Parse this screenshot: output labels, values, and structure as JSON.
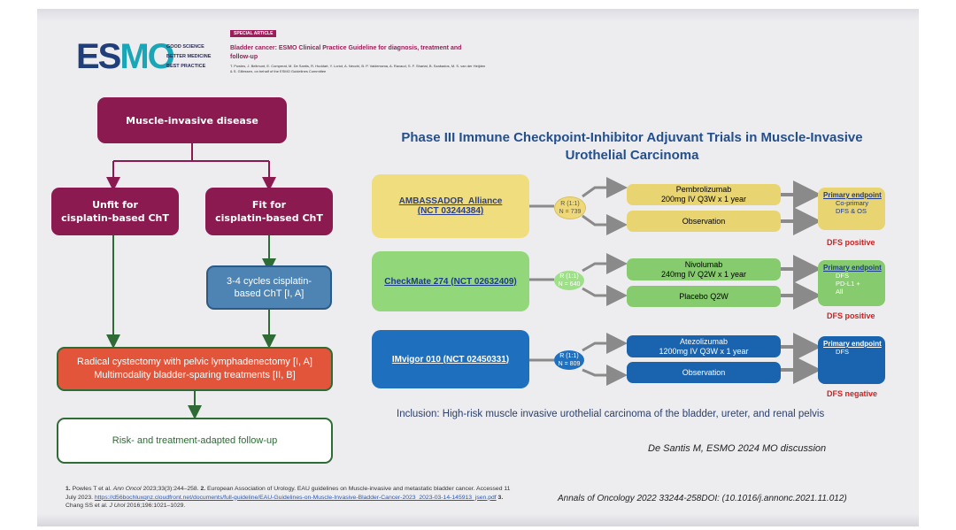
{
  "header": {
    "logo": {
      "es": "ES",
      "mo": "MO"
    },
    "tagline": [
      "GOOD SCIENCE",
      "BETTER MEDICINE",
      "BEST PRACTICE"
    ],
    "special_label": "SPECIAL ARTICLE",
    "article_title": "Bladder cancer: ESMO Clinical Practice Guideline for diagnosis, treatment and follow-up",
    "article_authors": "T. Powles, J. Bellmunt, E. Comperat, M. De Santis, R. Huddart, Y. Loriot, A. Necchi, B. P. Valderrama, A. Ravaud, S. F. Shariat, B. Szabados, M. S. van der Heijden & S. Gillessen, on behalf of the ESMO Guidelines Committee"
  },
  "flowchart": {
    "top": "Muscle-invasive disease",
    "unfit": [
      "Unfit for",
      "cisplatin-based ChT"
    ],
    "fit": [
      "Fit for",
      "cisplatin-based ChT"
    ],
    "cycles": [
      "3-4 cycles cisplatin-",
      "based ChT [I, A]"
    ],
    "treatment": [
      "Radical cystectomy with pelvic lymphadenectomy [I, A]",
      "Multimodality bladder-sparing treatments [II, B]"
    ],
    "followup": "Risk- and treatment-adapted follow-up"
  },
  "trials_title": [
    "Phase III Immune Checkpoint-Inhibitor Adjuvant Trials in Muscle-Invasive",
    "Urothelial Carcinoma"
  ],
  "trials": [
    {
      "name": [
        "AMBASSADOR_Alliance",
        "(NCT 03244384)"
      ],
      "randomization": [
        "R (1:1)",
        "N = 739"
      ],
      "arm1": [
        "Pembrolizumab",
        "200mg IV Q3W x 1 year"
      ],
      "arm2": "Observation",
      "endpoint_label": "Primary endpoint",
      "endpoint_lines": [
        "Co-primary",
        "DFS & OS"
      ],
      "result": "DFS positive",
      "colors": {
        "main": "#f0dd7e",
        "arm": "#e8d470"
      }
    },
    {
      "name": [
        "CheckMate 274 (NCT 02632409)"
      ],
      "randomization": [
        "R (1:1)",
        "N = 640"
      ],
      "arm1": [
        "Nivolumab",
        "240mg IV Q2W x 1 year"
      ],
      "arm2": "Placebo Q2W",
      "endpoint_label": "Primary endpoint",
      "endpoint_lines": [
        "DFS",
        "PD-L1 +",
        "All"
      ],
      "result": "DFS positive",
      "colors": {
        "main": "#92d87a",
        "arm": "#86cc6e"
      }
    },
    {
      "name": [
        "IMvigor 010 (NCT 02450331)"
      ],
      "randomization": [
        "R (1:1)",
        "N = 809"
      ],
      "arm1": [
        "Atezolizumab",
        "1200mg IV Q3W x 1 year"
      ],
      "arm2": "Observation",
      "endpoint_label": "Primary endpoint",
      "endpoint_lines": [
        "DFS"
      ],
      "result": "DFS negative",
      "colors": {
        "main": "#1f6fbf",
        "arm": "#1a63ae"
      }
    }
  ],
  "inclusion": "Inclusion:  High-risk muscle invasive urothelial carcinoma of the bladder,  ureter,  and renal pelvis",
  "credit": "De Santis M, ESMO 2024 MO discussion",
  "journal": "Annals of Oncology 2022 33244-258DOI: (10.1016/j.annonc.2021.11.012)",
  "references": {
    "r1_num": "1.",
    "r1_text": "Powles T et al.",
    "r1_journal": "Ann Oncol",
    "r1_detail": "2023;33(3):244–258.",
    "r2_num": "2.",
    "r2_text": "European Association of Urology. EAU guidelines on Muscle-invasive and metastatic bladder cancer. Accessed 11 July 2023.",
    "r2_link": "https://d56bochluxqnz.cloudfront.net/documents/full-guideline/EAU-Guidelines-on-Muscle-Invasive-Bladder-Cancer-2023_2023-03-14-145913_jsen.pdf",
    "r3_num": "3.",
    "r3_text": "Chang SS et al.",
    "r3_journal": "J Urol",
    "r3_detail": "2016;196:1021–1029."
  }
}
